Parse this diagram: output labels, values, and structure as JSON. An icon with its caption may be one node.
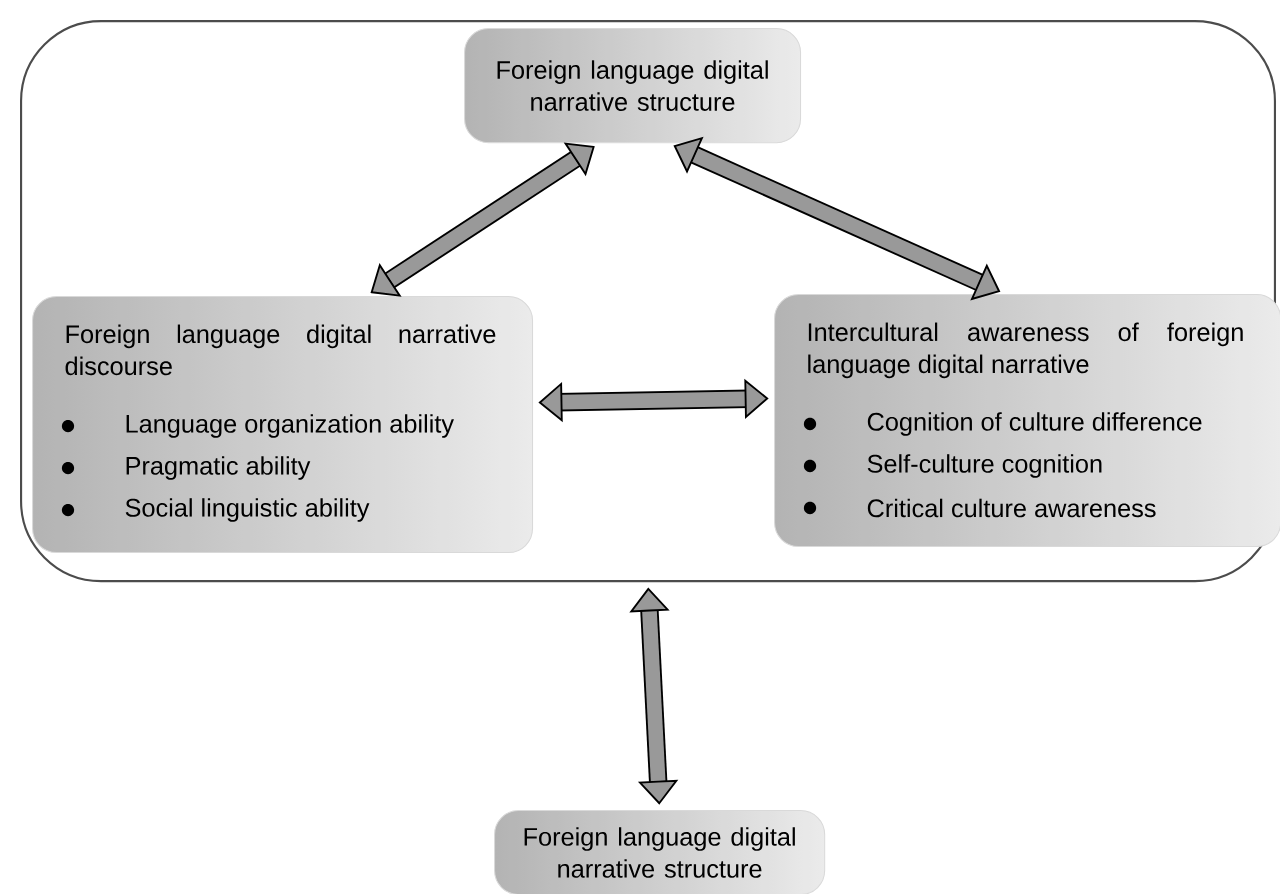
{
  "diagram": {
    "nodes": [
      {
        "text": [],
        "shape": "box"
      },
      {
        "text": [
          "Foreign language digital narrative structure"
        ],
        "in": 0
      },
      {
        "text": [
          "Foreign language digital narrative discourse",
          "Language organization ability",
          "Pragmatic ability",
          "Social linguistic ability"
        ],
        "in": 0
      },
      {
        "text": [
          "Intercultural awareness of foreign language digital narrative",
          "Cognition of culture difference",
          "Self-culture cognition",
          "Critical culture awareness"
        ],
        "in": 0
      },
      {
        "text": [
          "Foreign language digital narrative structure"
        ]
      }
    ],
    "edges": [
      {
        "from": 1,
        "to": 2,
        "arrow": "both"
      },
      {
        "from": 1,
        "to": 3,
        "arrow": "both"
      },
      {
        "from": 2,
        "to": 3,
        "arrow": "both"
      },
      {
        "from": 0,
        "to": 4,
        "arrow": "both"
      }
    ]
  }
}
